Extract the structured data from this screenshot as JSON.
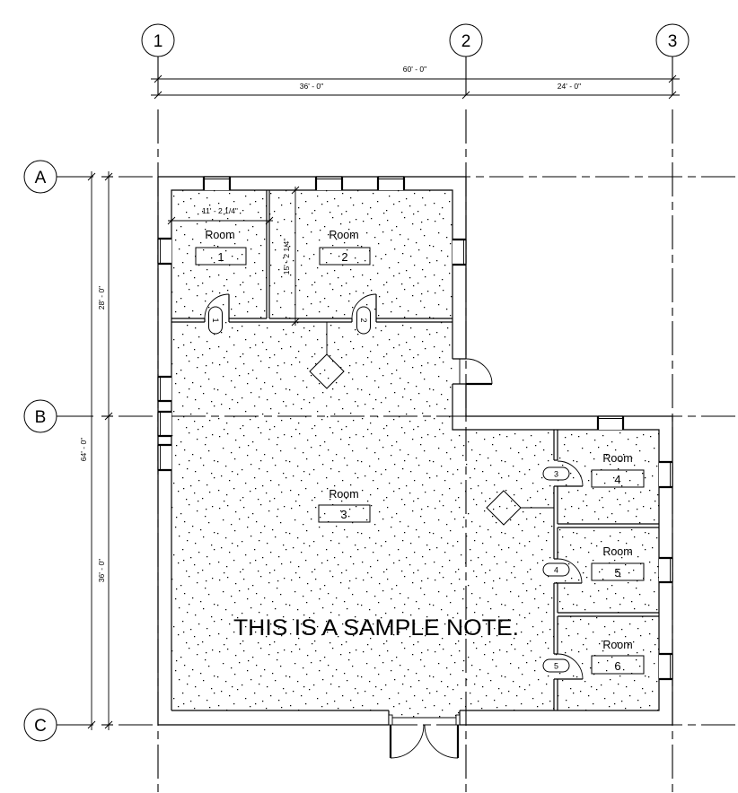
{
  "view": {
    "type": "floor-plan",
    "background": "#ffffff",
    "line_color": "#000000"
  },
  "grids": {
    "vertical": [
      {
        "label": "1"
      },
      {
        "label": "2"
      },
      {
        "label": "3"
      }
    ],
    "horizontal": [
      {
        "label": "A"
      },
      {
        "label": "B"
      },
      {
        "label": "C"
      }
    ]
  },
  "dimensions": {
    "overall_width": "60' - 0\"",
    "grid_1_2": "36' - 0\"",
    "grid_2_3": "24' - 0\"",
    "overall_depth": "64' - 0\"",
    "grid_A_B": "28' - 0\"",
    "grid_B_C": "36' - 0\"",
    "room_1_width": "11' - 2 1/4\"",
    "room_2_depth": "15' - 2 1/4\""
  },
  "rooms": [
    {
      "name": "Room",
      "number": "1"
    },
    {
      "name": "Room",
      "number": "2"
    },
    {
      "name": "Room",
      "number": "3"
    },
    {
      "name": "Room",
      "number": "4"
    },
    {
      "name": "Room",
      "number": "5"
    },
    {
      "name": "Room",
      "number": "6"
    }
  ],
  "door_tags": [
    {
      "number": "1"
    },
    {
      "number": "2"
    },
    {
      "number": "3"
    },
    {
      "number": "4"
    },
    {
      "number": "5"
    }
  ],
  "note": "THIS IS A SAMPLE NOTE."
}
